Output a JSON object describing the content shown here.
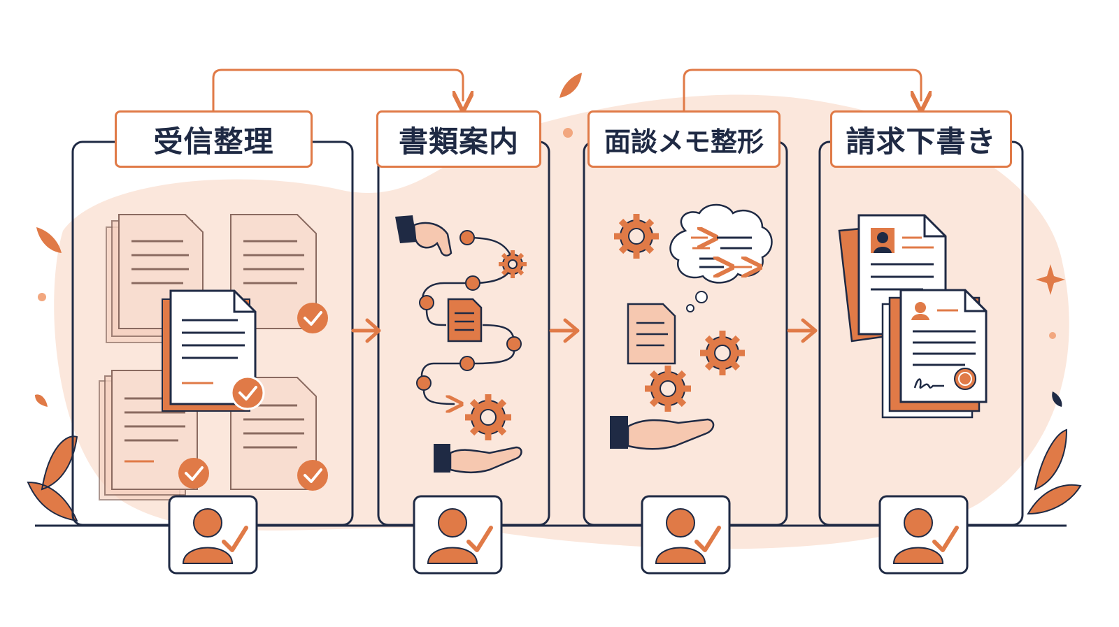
{
  "steps": [
    {
      "title": "受信整理",
      "icon": "documents-check-icon"
    },
    {
      "title": "書類案内",
      "icon": "hand-flow-icon"
    },
    {
      "title": "面談メモ整形",
      "icon": "gear-thought-icon"
    },
    {
      "title": "請求下書き",
      "icon": "resume-signature-icon"
    }
  ],
  "colors": {
    "accent": "#e07a47",
    "light": "#f6d3c2",
    "navy": "#1f2a44",
    "blob": "#fbe7dc"
  },
  "person_icon": "person-check-icon"
}
